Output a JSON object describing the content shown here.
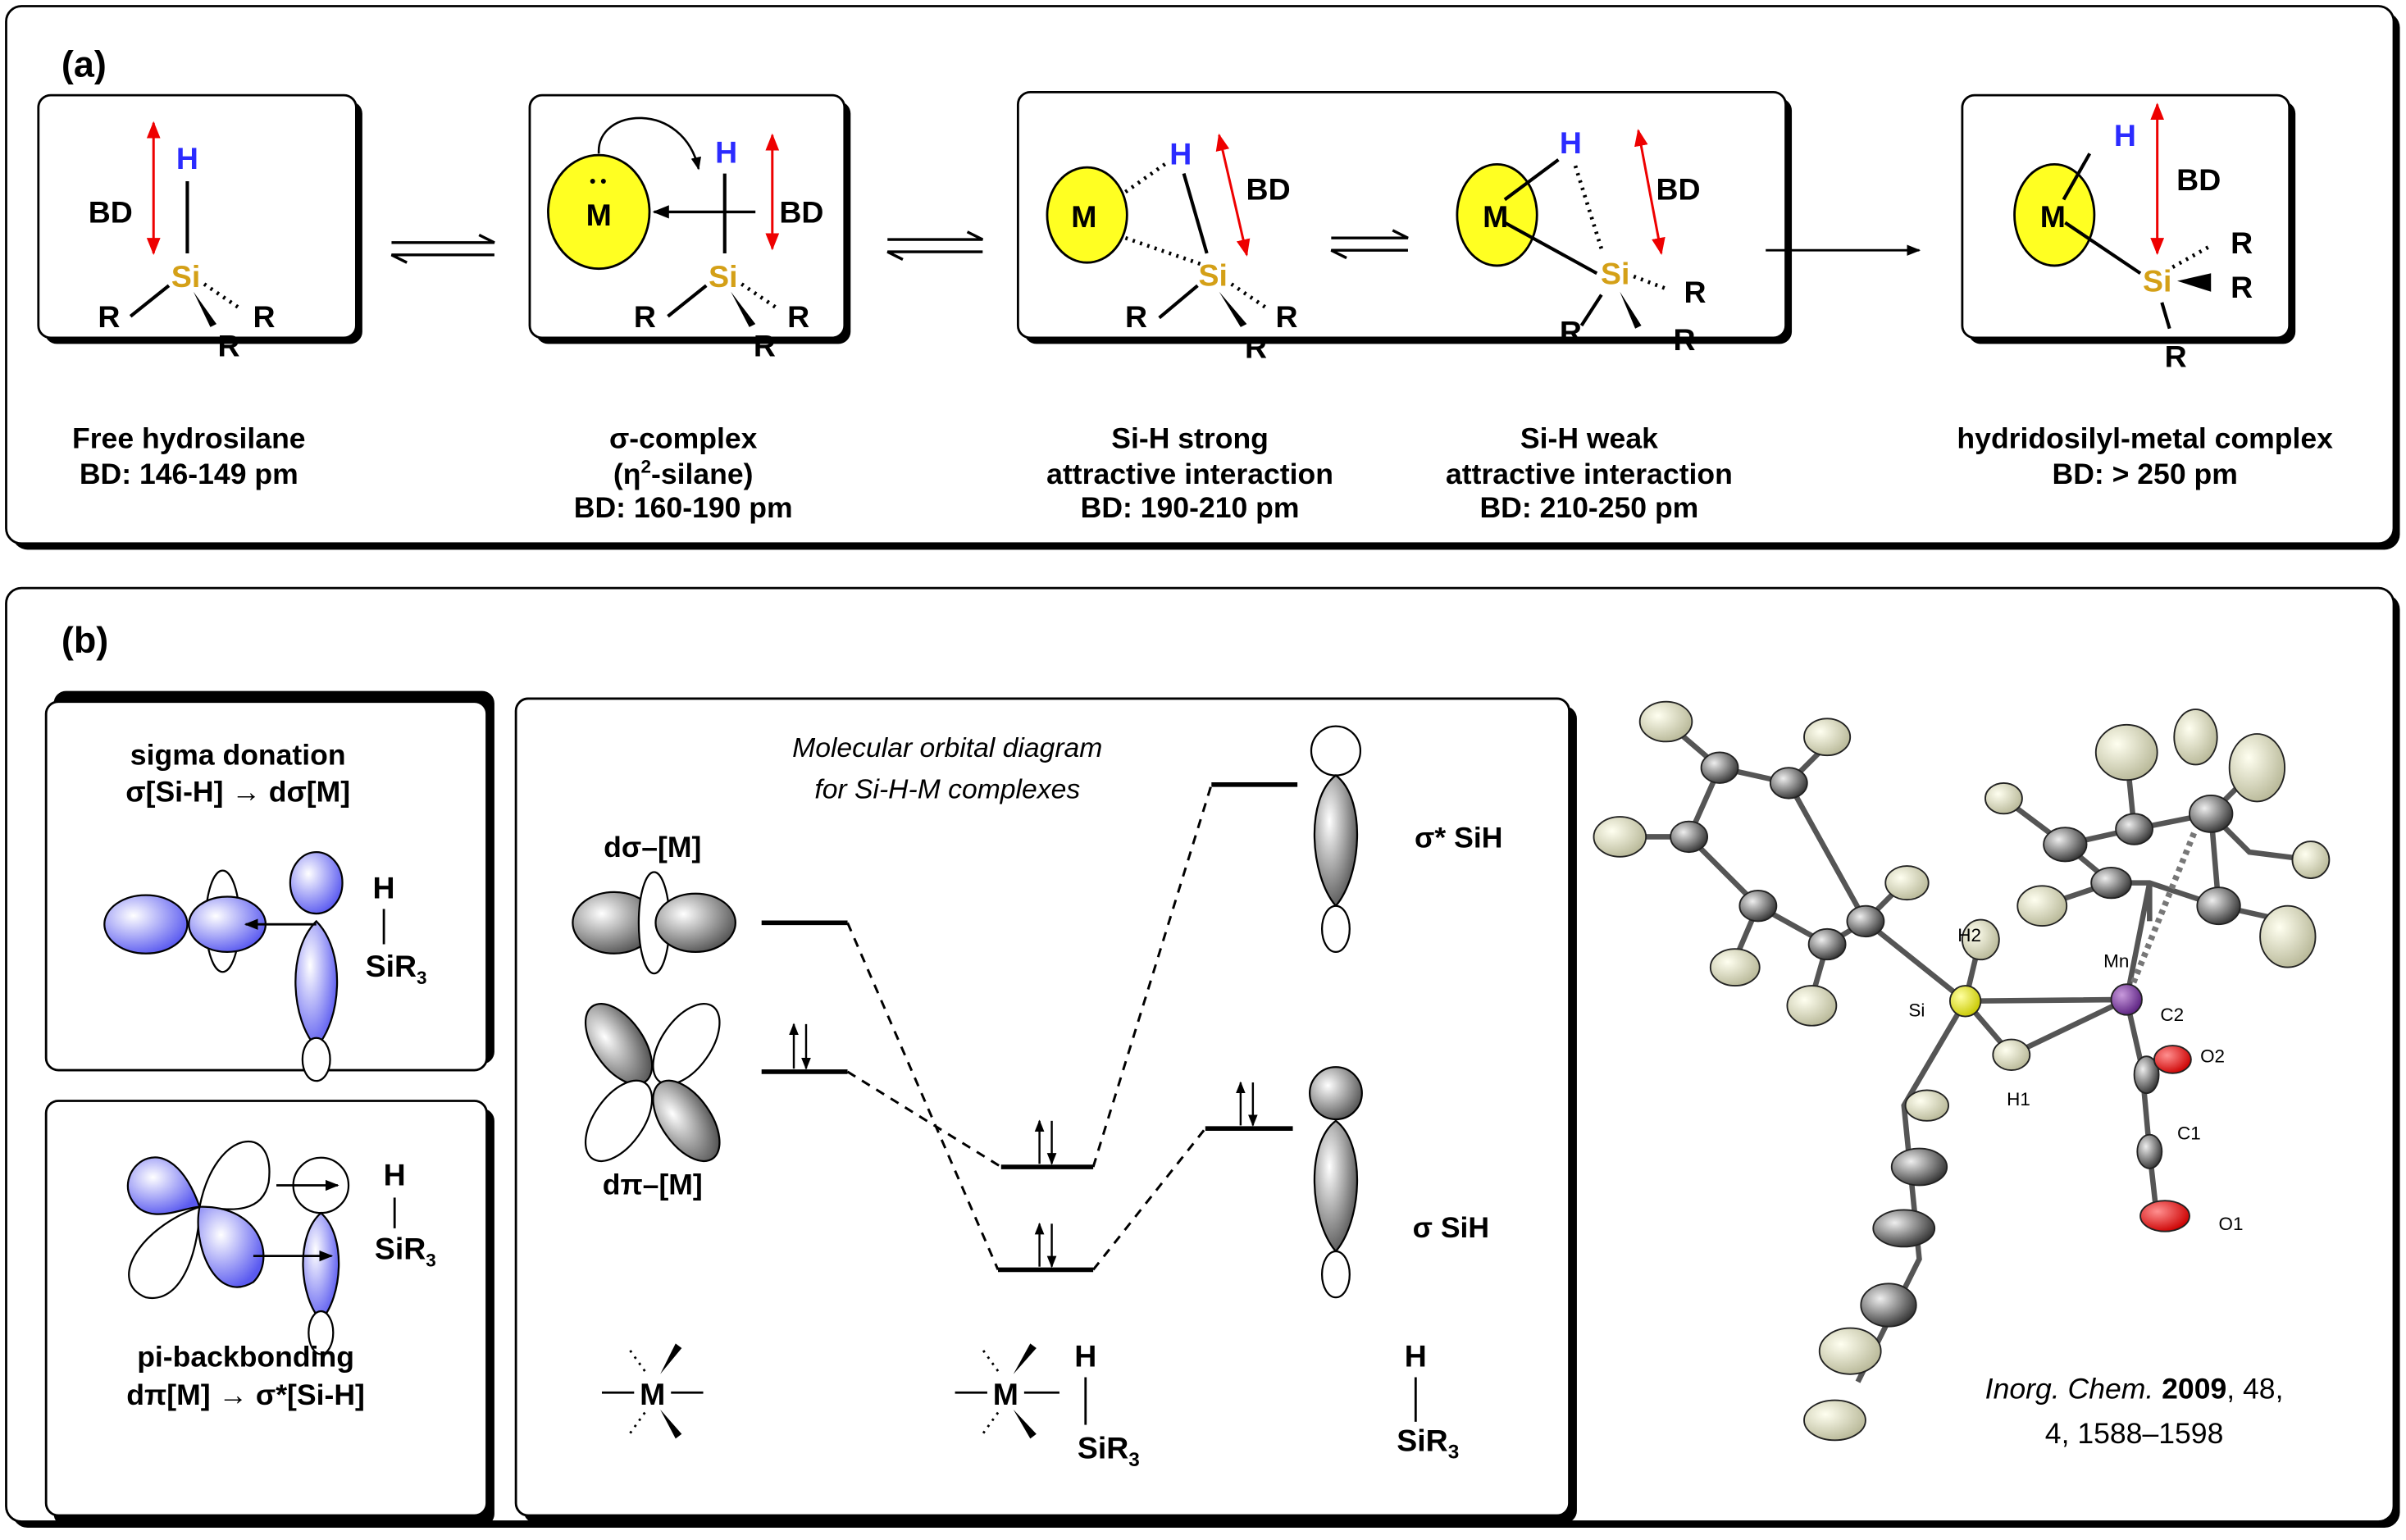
{
  "atoms": {
    "H": "H",
    "Si": "Si",
    "M": "M",
    "R": "R",
    "BD": "BD",
    "SiR": "SiR",
    "sub3": "3"
  },
  "panel_a": {
    "label": "(a)",
    "species": [
      {
        "name": "Free hydrosilane",
        "bd": "BD: 146-149 pm"
      },
      {
        "name": "σ-complex",
        "eta_open": "(η",
        "eta_sup": "2",
        "eta_close": "-silane)",
        "bd": "BD: 160-190 pm"
      },
      {
        "name": "Si-H strong",
        "name2": "attractive interaction",
        "bd": "BD: 190-210 pm"
      },
      {
        "name": "Si-H weak",
        "name2": "attractive interaction",
        "bd": "BD: 210-250 pm"
      },
      {
        "name": "hydridosilyl-metal complex",
        "bd": "BD: > 250 pm"
      }
    ]
  },
  "panel_b": {
    "label": "(b)",
    "sigma_donation": {
      "title": "sigma donation",
      "formula": "σ[Si-H] → dσ[M]"
    },
    "pi_backbonding": {
      "title": "pi-backbonding",
      "formula": "dπ[M] → σ*[Si-H]"
    },
    "mo_diagram": {
      "title1": "Molecular orbital diagram",
      "title2": "for Si-H-M complexes",
      "d_sigma": "dσ–[M]",
      "d_pi": "dπ–[M]",
      "sigma_star": "σ* SiH",
      "sigma": "σ SiH"
    },
    "crystal": {
      "atom_labels": [
        "H2",
        "Si",
        "Mn",
        "C2",
        "O2",
        "H1",
        "C1",
        "O1"
      ],
      "citation_journal": "Inorg. Chem.",
      "citation_year": "2009",
      "citation_rest": ", 48,",
      "citation_line2": "4, 1588–1598"
    }
  },
  "colors": {
    "hydrogen": "#2b2bff",
    "silicon": "#d4a017",
    "metal": "#ffff22",
    "bond_distance": "#ee0000",
    "orbital": "#7b7bff"
  }
}
